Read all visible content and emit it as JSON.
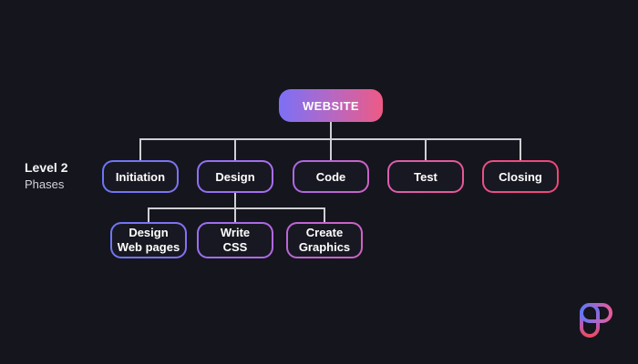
{
  "canvas": {
    "background": "#15151d",
    "node_fill": "#181822",
    "connector_color": "#cfcfd4"
  },
  "side_label": {
    "title": "Level 2",
    "subtitle": "Phases"
  },
  "root": {
    "label": "WEBSITE",
    "gradient": [
      "#7b70f6",
      "#b468c4",
      "#ee5a85"
    ],
    "text_color": "#ffffff"
  },
  "level2": [
    {
      "label": "Initiation",
      "border": [
        "#6b76f4",
        "#7e73f4"
      ]
    },
    {
      "label": "Design",
      "border": [
        "#8f70f3",
        "#a96ef0"
      ]
    },
    {
      "label": "Code",
      "border": [
        "#ab68e5",
        "#cc63c5"
      ]
    },
    {
      "label": "Test",
      "border": [
        "#d95fae",
        "#e85795"
      ]
    },
    {
      "label": "Closing",
      "border": [
        "#ea4f86",
        "#f04678"
      ]
    }
  ],
  "level3_parent": "Design",
  "level3": [
    {
      "label": "Design\nWeb pages",
      "border": [
        "#6d77f4",
        "#8571f4"
      ]
    },
    {
      "label": "Write\nCSS",
      "border": [
        "#9a6ff2",
        "#b368e0"
      ]
    },
    {
      "label": "Create\nGraphics",
      "border": [
        "#bb66d7",
        "#cf62c4"
      ]
    }
  ],
  "logo": {
    "gradient_vertical": [
      "#6376f6",
      "#ee4a63"
    ],
    "gradient_horizontal": [
      "#6376f6",
      "#e75b9c"
    ]
  }
}
